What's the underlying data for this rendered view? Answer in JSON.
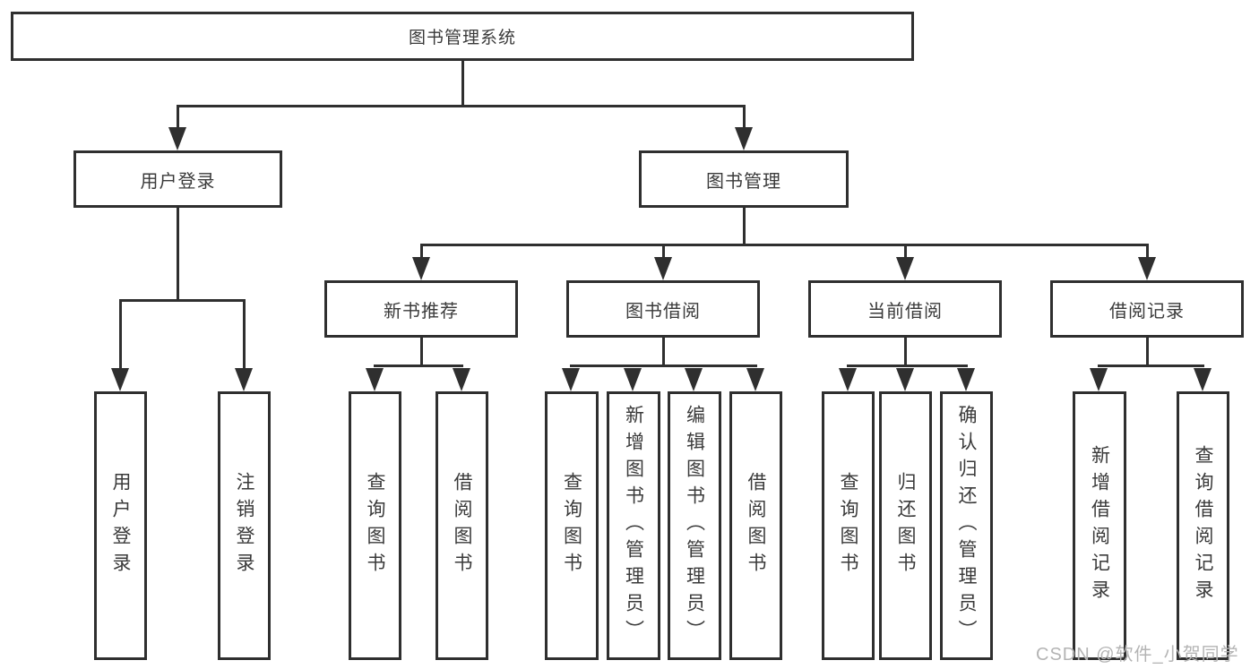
{
  "diagram": {
    "root": {
      "label": "图书管理系统"
    },
    "branches": [
      {
        "label": "用户登录",
        "children": [
          {
            "label": "用户登录"
          },
          {
            "label": "注销登录"
          }
        ]
      },
      {
        "label": "图书管理",
        "children": [
          {
            "label": "新书推荐",
            "children": [
              {
                "label": "查询图书"
              },
              {
                "label": "借阅图书"
              }
            ]
          },
          {
            "label": "图书借阅",
            "children": [
              {
                "label": "查询图书"
              },
              {
                "label": "新增图书（管理员）"
              },
              {
                "label": "编辑图书（管理员）"
              },
              {
                "label": "借阅图书"
              }
            ]
          },
          {
            "label": "当前借阅",
            "children": [
              {
                "label": "查询图书"
              },
              {
                "label": "归还图书"
              },
              {
                "label": "确认归还（管理员）"
              }
            ]
          },
          {
            "label": "借阅记录",
            "children": [
              {
                "label": "新增借阅记录"
              },
              {
                "label": "查询借阅记录"
              }
            ]
          }
        ]
      }
    ]
  },
  "watermark": {
    "text": "CSDN @软件_小贺同学",
    "color": "#b4b4b4"
  },
  "colors": {
    "background": "#ffffff",
    "line": "#2f2f2f",
    "box_border": "#2f2f2f",
    "box_fill": "#ffffff",
    "text": "#3a3a3a"
  }
}
